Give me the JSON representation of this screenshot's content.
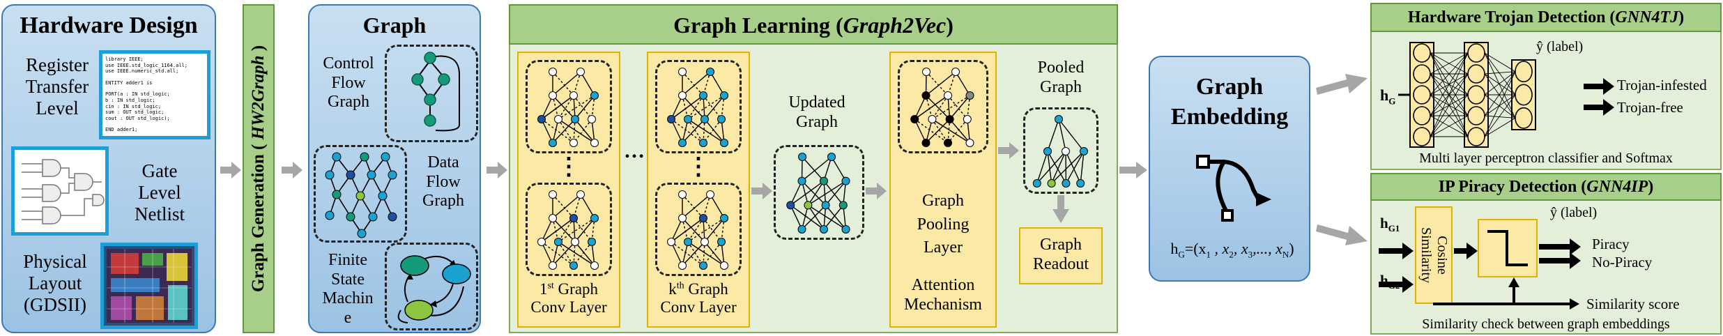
{
  "hardware_design": {
    "title": "Hardware Design",
    "rtl_label": [
      "Register",
      "Transfer",
      "Level"
    ],
    "gate_label": [
      "Gate",
      "Level",
      "Netlist"
    ],
    "physical_label": [
      "Physical",
      "Layout",
      "(GDSII)"
    ],
    "code_lines": [
      "library IEEE;",
      "use IEEE.std_logic_1164.all;",
      "use IEEE.numeric_std.all;",
      "",
      "ENTITY adder1 is",
      "",
      "  PORT(a    : IN std_logic;",
      "       b    : IN std_logic;",
      "       cin  : IN std_logic;",
      "       sum  : OUT std_logic;",
      "       cout : OUT std_logic);",
      "",
      "END adder1;"
    ]
  },
  "hw2graph": {
    "label_prefix": "Graph Generation ( ",
    "label_italic": "HW2Graph",
    "label_suffix": " )"
  },
  "graph": {
    "title": "Graph",
    "cfg_label": [
      "Control",
      "Flow",
      "Graph"
    ],
    "dfg_label": [
      "Data",
      "Flow",
      "Graph"
    ],
    "fsm_label": [
      "Finite",
      "State",
      "Machin",
      "e"
    ]
  },
  "graph_learning": {
    "title_prefix": "Graph Learning (",
    "title_italic": "Graph2Vec",
    "title_suffix": ")",
    "conv1_label": [
      "1",
      "st",
      " Graph",
      "Conv Layer"
    ],
    "convk_label": [
      "k",
      "th",
      " Graph",
      "Conv Layer"
    ],
    "dots_vertical": "⋮",
    "dots_horizontal": "…",
    "updated_label": [
      "Updated",
      "Graph"
    ],
    "pooling_label": [
      "Graph",
      "Pooling",
      "Layer"
    ],
    "attention_label": [
      "Attention",
      "Mechanism"
    ],
    "pooled_label": [
      "Pooled",
      "Graph"
    ],
    "readout_label": [
      "Graph",
      "Readout"
    ]
  },
  "graph_embedding": {
    "title": [
      "Graph",
      "Embedding"
    ],
    "formula_h": "h",
    "formula_sub": "G",
    "formula_rest": "=(x",
    "formula_parts": [
      "1",
      " , x",
      "2",
      ", x",
      "3",
      ",..., x",
      "N",
      ")"
    ]
  },
  "trojan": {
    "title_prefix": "Hardware Trojan Detection (",
    "title_italic": "GNN4TJ",
    "title_suffix": ")",
    "input_h": "h",
    "input_sub": "G",
    "yhat": "ŷ (label)",
    "out1": "Trojan-infested",
    "out2": "Trojan-free",
    "caption": "Multi layer perceptron classifier and Softmax"
  },
  "piracy": {
    "title_prefix": "IP Piracy Detection (",
    "title_italic": "GNN4IP",
    "title_suffix": ")",
    "in1_h": "h",
    "in1_sub": "G1",
    "in2_h": "h",
    "in2_sub": "G2",
    "cosine": [
      "Cosine",
      "Similarity"
    ],
    "yhat": "ŷ (label)",
    "out1": "Piracy",
    "out2": "No-Piracy",
    "out3": "Similarity score",
    "caption": "Similarity check between graph embeddings"
  },
  "colors": {
    "blue_panel": "#9cc3e4",
    "blue_border": "#3a78b5",
    "green_panel": "#e3efd9",
    "green_header": "#a8cf8a",
    "yellow": "#fde9a6",
    "node_teal": "#1aa3b5",
    "node_blue": "#1f77c8",
    "node_green": "#7cc242",
    "arrow_gray": "#a6a6a6"
  }
}
